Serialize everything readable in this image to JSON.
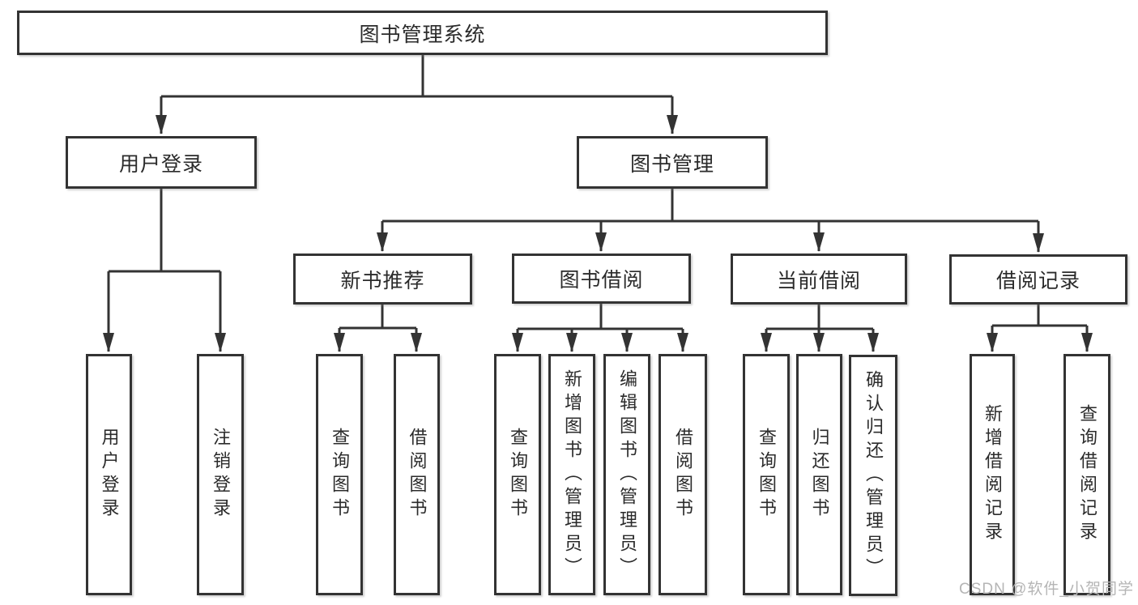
{
  "diagram": {
    "root": "图书管理系统",
    "level2": {
      "user_login": "用户登录",
      "book_mgmt": "图书管理"
    },
    "level3": {
      "new_book": "新书推荐",
      "book_borrow": "图书借阅",
      "current_borrow": "当前借阅",
      "borrow_record": "借阅记录"
    },
    "leaves": {
      "user_login": [
        "用户登录",
        "注销登录"
      ],
      "new_book": [
        "查询图书",
        "借阅图书"
      ],
      "book_borrow": [
        "查询图书",
        "新增图书（管理员）",
        "编辑图书（管理员）",
        "借阅图书"
      ],
      "current_borrow": [
        "查询图书",
        "归还图书",
        "确认归还（管理员）"
      ],
      "borrow_record": [
        "新增借阅记录",
        "查询借阅记录"
      ]
    },
    "colors": {
      "line": "#333333",
      "border": "#333333",
      "text": "#2b2b2b",
      "watermark": "#b5b5b5",
      "background": "#ffffff"
    }
  },
  "watermark": "CSDN @软件_小贺同学"
}
